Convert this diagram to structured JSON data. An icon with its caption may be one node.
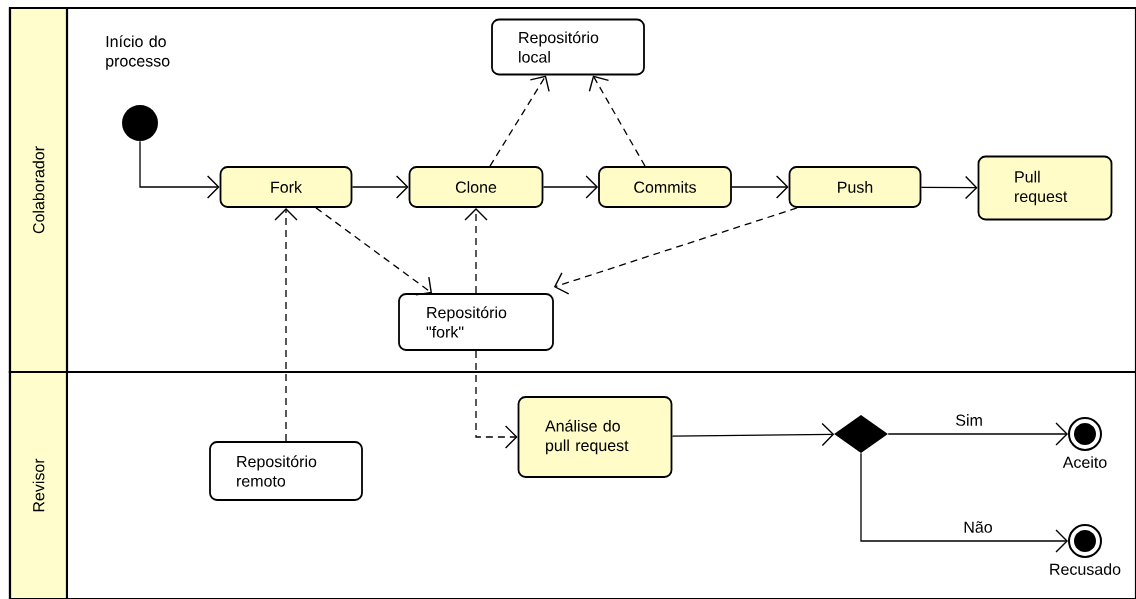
{
  "diagram": {
    "nodes": [
      {
        "text": [
          "Colaborador"
        ]
      },
      {
        "text": [
          "Revisor"
        ]
      },
      {
        "text": [],
        "shape": "circle",
        "in": 0,
        "beside": [
          "Início do processo"
        ]
      },
      {
        "text": [
          "Repositório local"
        ],
        "in": 0
      },
      {
        "text": [
          "Fork"
        ],
        "in": 0
      },
      {
        "text": [
          "Clone"
        ],
        "in": 0
      },
      {
        "text": [
          "Commits"
        ],
        "in": 0
      },
      {
        "text": [
          "Push"
        ],
        "in": 0
      },
      {
        "text": [
          "Pull request"
        ],
        "in": 0
      },
      {
        "text": [
          "Repositório \"fork\""
        ],
        "in": 0
      },
      {
        "text": [
          "Repositório remoto"
        ],
        "in": 1
      },
      {
        "text": [
          "Análise do pull request"
        ],
        "in": 1
      },
      {
        "text": [],
        "shape": "diamond",
        "in": 1
      },
      {
        "text": [],
        "shape": "bullseye",
        "in": 1,
        "beside": [
          "Aceito"
        ]
      },
      {
        "text": [],
        "shape": "bullseye",
        "in": 1,
        "beside": [
          "Recusado"
        ]
      }
    ],
    "edges": [
      {
        "from": 2,
        "to": 4,
        "arrow": "to"
      },
      {
        "from": 4,
        "to": 5,
        "arrow": "to"
      },
      {
        "from": 5,
        "to": 6,
        "arrow": "to"
      },
      {
        "from": 6,
        "to": 7,
        "arrow": "to"
      },
      {
        "from": 7,
        "to": 8,
        "arrow": "to"
      },
      {
        "from": 5,
        "to": 3,
        "arrow": "to",
        "style": "dashed"
      },
      {
        "from": 6,
        "to": 3,
        "arrow": "to",
        "style": "dashed"
      },
      {
        "from": 4,
        "to": 9,
        "arrow": "to",
        "style": "dashed"
      },
      {
        "from": 7,
        "to": 9,
        "arrow": "to",
        "style": "dashed"
      },
      {
        "from": 10,
        "to": 4,
        "arrow": "to",
        "style": "dashed"
      },
      {
        "from": 9,
        "to": 5,
        "arrow": "to",
        "style": "dashed"
      },
      {
        "from": 9,
        "to": 11,
        "arrow": "to",
        "style": "dashed"
      },
      {
        "from": 11,
        "to": 12,
        "arrow": "to"
      },
      {
        "from": 12,
        "to": 13,
        "arrow": "to",
        "label": "Sim"
      },
      {
        "from": 12,
        "to": 14,
        "arrow": "to",
        "label": "Não"
      }
    ]
  }
}
